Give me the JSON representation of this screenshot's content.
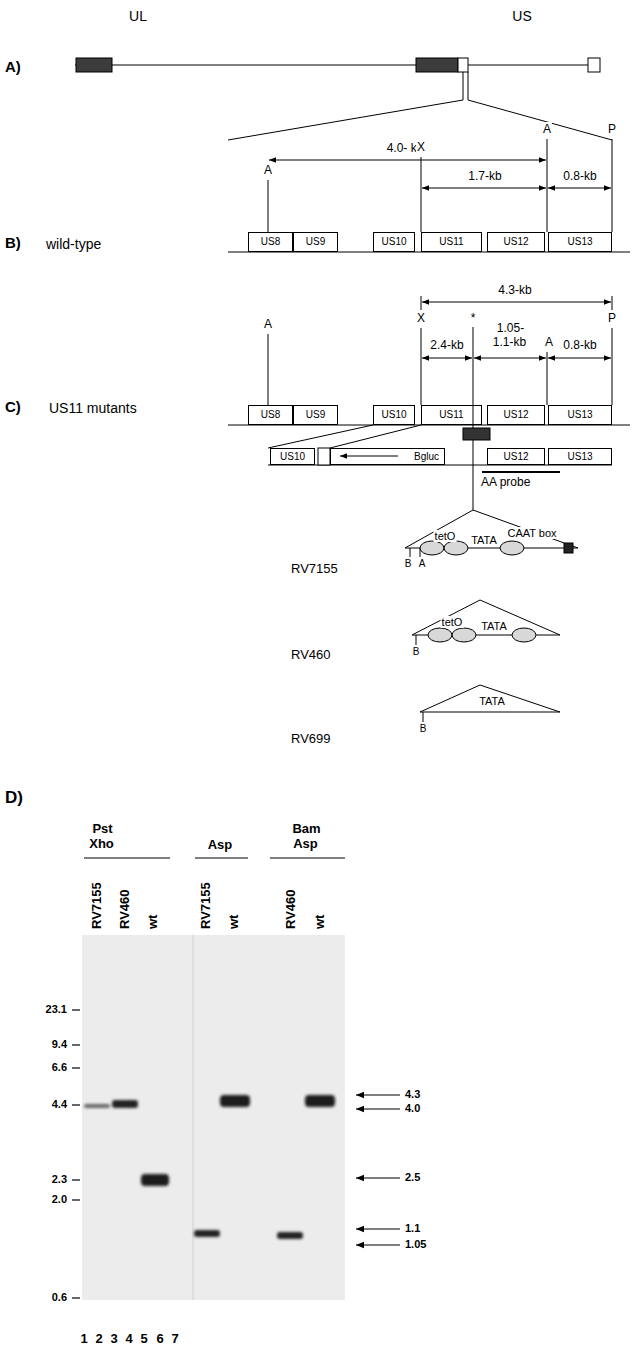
{
  "diagram": {
    "nodes": [
      {
        "text": [
          "US8"
        ]
      },
      {
        "text": [
          "US9"
        ]
      },
      {
        "text": [
          "US10"
        ]
      },
      {
        "text": [
          "US11"
        ]
      },
      {
        "text": [
          "US12"
        ]
      },
      {
        "text": [
          "US13"
        ]
      },
      {
        "text": [
          "US8"
        ]
      },
      {
        "text": [
          "US9"
        ]
      },
      {
        "text": [
          "US10"
        ]
      },
      {
        "text": [
          "US11"
        ]
      },
      {
        "text": [
          "US12"
        ]
      },
      {
        "text": [
          "US13"
        ]
      },
      {
        "text": [
          "US10"
        ]
      },
      {
        "text": [
          "Bgluc"
        ]
      },
      {
        "text": [
          "US12"
        ]
      },
      {
        "text": [
          "US13"
        ]
      }
    ],
    "labels": [
      "UL",
      "US",
      "A)",
      "B)",
      "wild-type",
      "4.0- kb",
      "A",
      "X",
      "1.7-kb",
      "A",
      "0.8-kb",
      "P",
      "C)",
      "US11 mutants",
      "4.3-kb",
      "A",
      "X",
      "*",
      "2.4-kb",
      "1.05- 1.1-kb",
      "A",
      "0.8-kb",
      "P",
      "AA probe",
      "RV7155",
      "B",
      "A",
      "tetO",
      "TATA",
      "CAAT box",
      "RV460",
      "B",
      "tetO",
      "TATA",
      "RV699",
      "B",
      "TATA",
      "D)",
      "Pst Xho",
      "Asp",
      "Bam Asp",
      "RV7155",
      "RV460",
      "wt",
      "RV7155",
      "wt",
      "RV460",
      "wt",
      "23.1",
      "9.4",
      "6.6",
      "4.4",
      "2.3",
      "2.0",
      "0.6",
      "4.3",
      "4.0",
      "2.5",
      "1.1",
      "1.05",
      "1",
      "2",
      "3",
      "4",
      "5",
      "6",
      "7"
    ]
  }
}
